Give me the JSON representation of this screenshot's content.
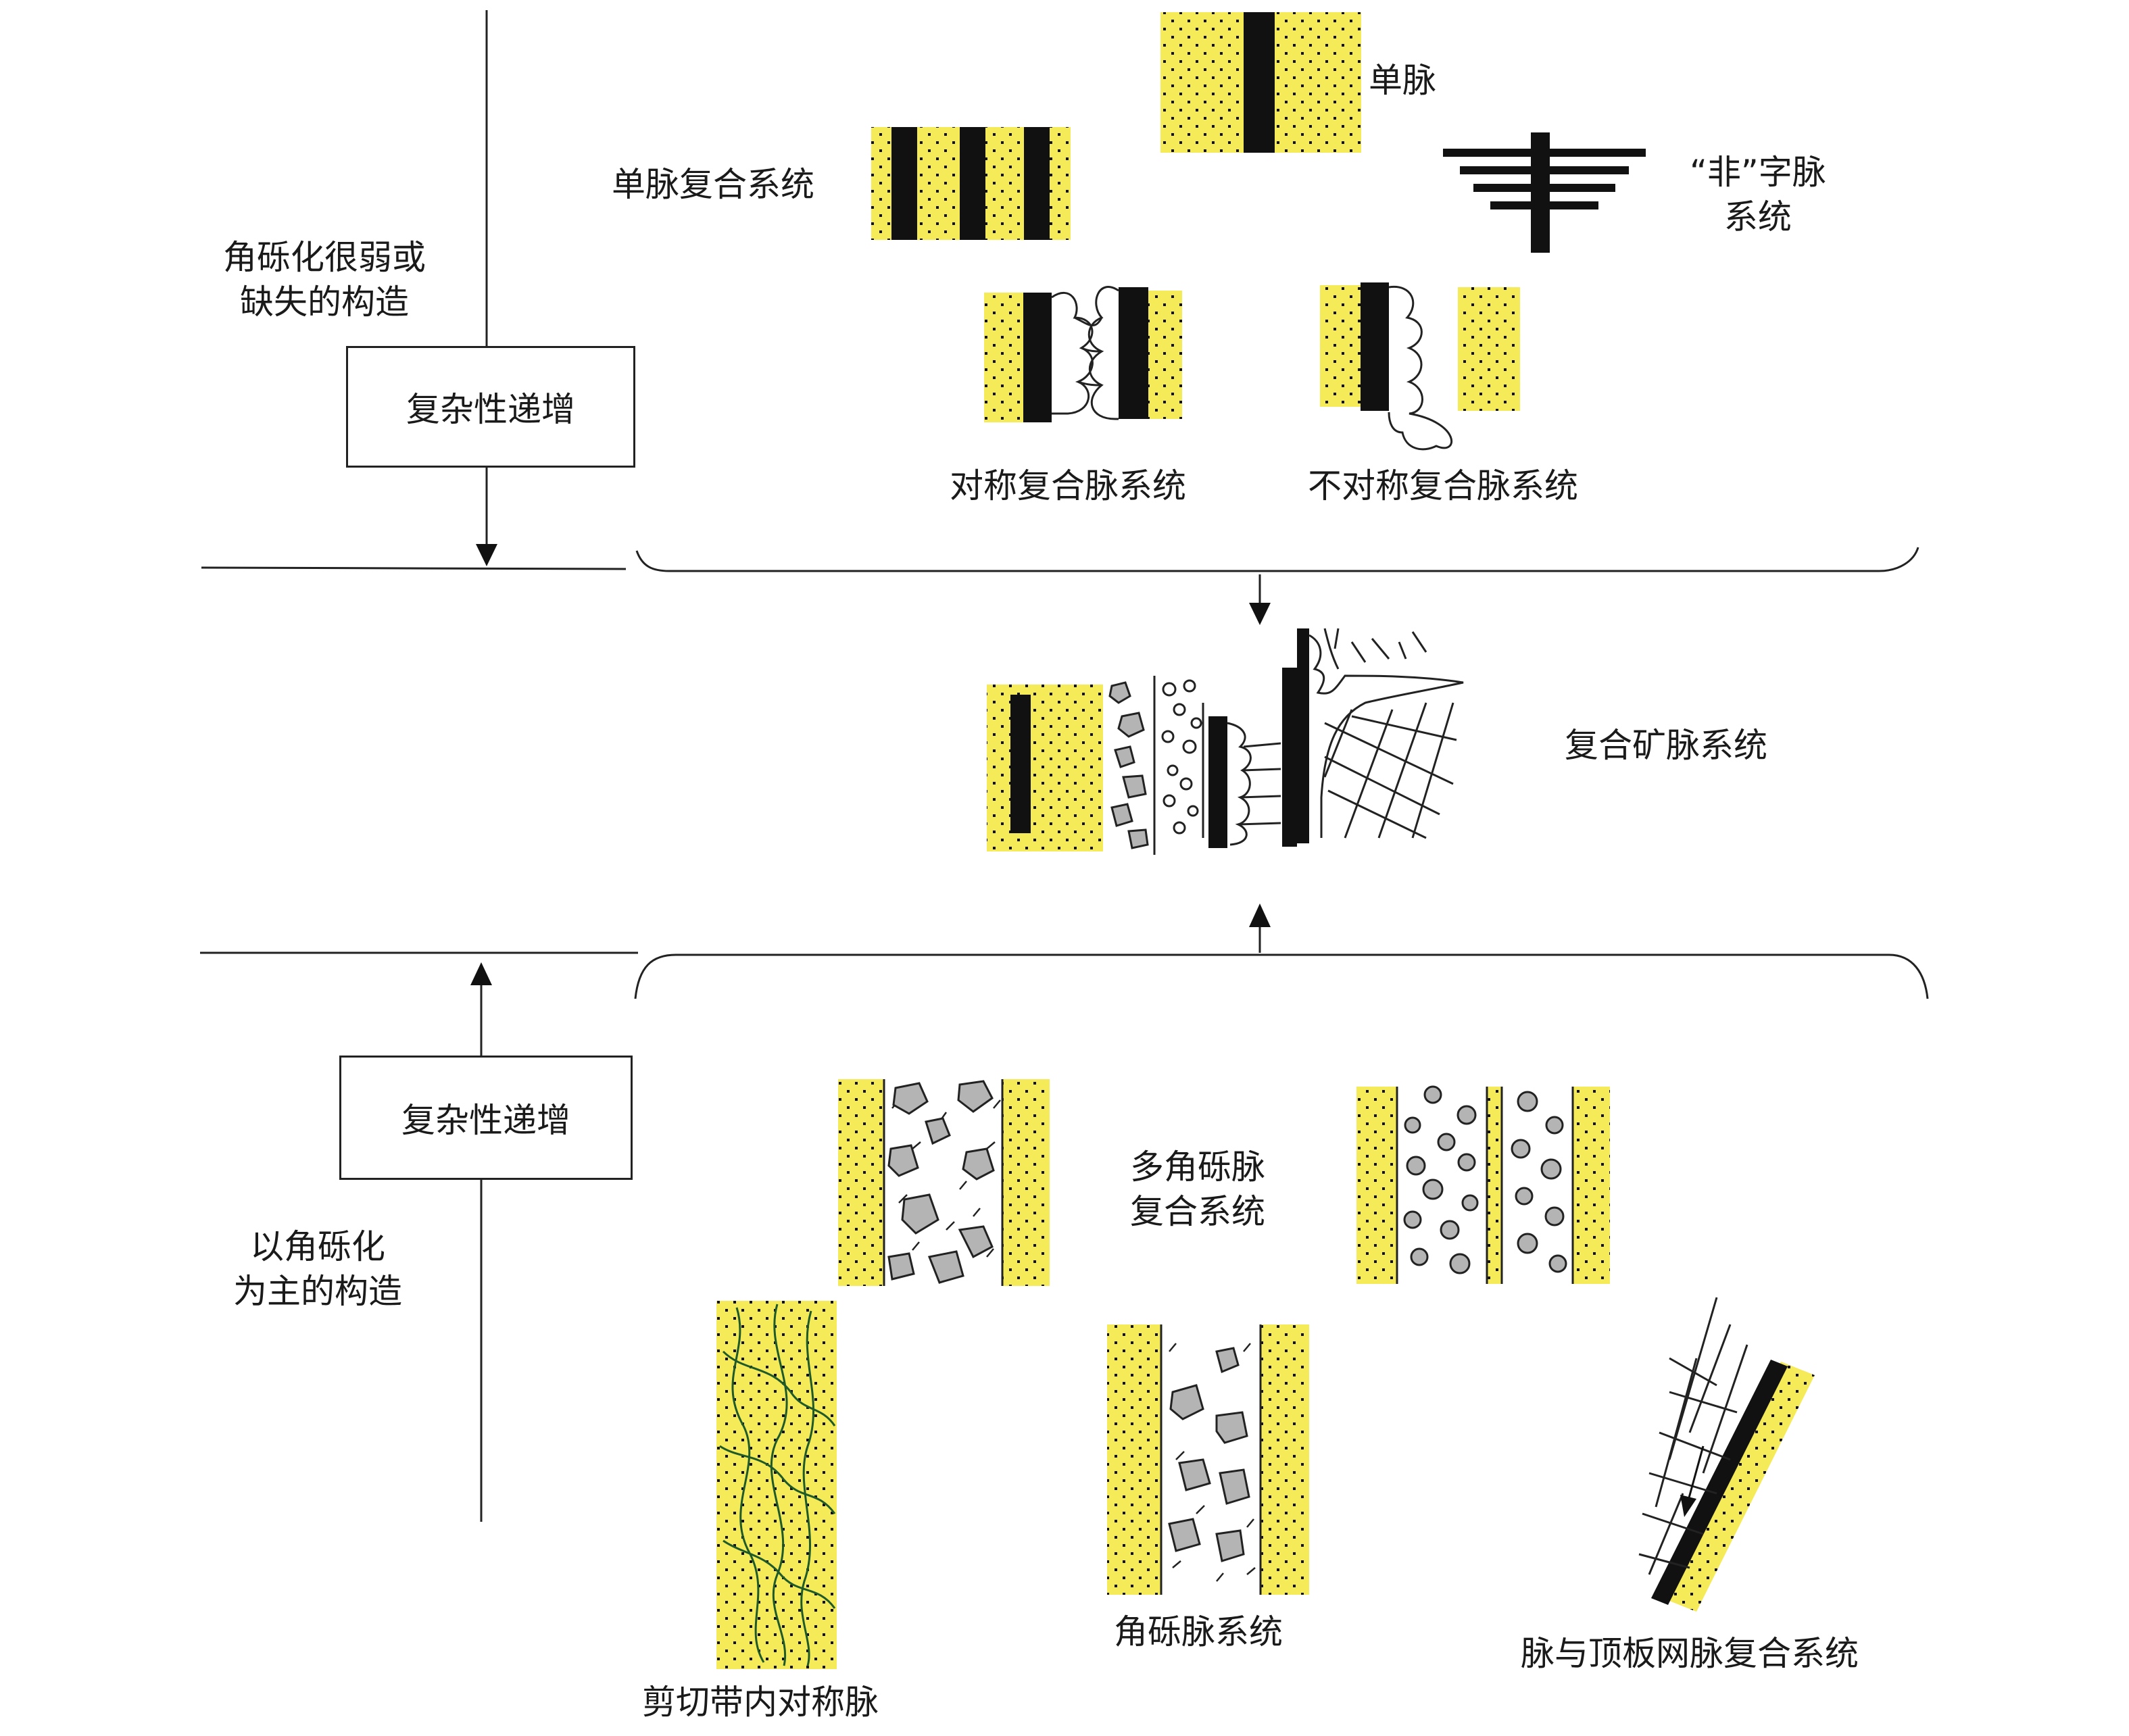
{
  "colors": {
    "wallrock_fill": "#f5ea57",
    "vein_black": "#111111",
    "breccia_clast": "#b4b4b4",
    "fracture_green": "#1f5a2a",
    "line": "#222222"
  },
  "top_section": {
    "side_label_lines": [
      "角砾化很弱或",
      "缺失的构造"
    ],
    "complexity_box": "复杂性递增",
    "items": {
      "single_vein": "单脉",
      "single_vein_composite": "单脉复合系统",
      "fei_vein_lines": [
        "“非”字脉",
        "系统"
      ],
      "symmetric_composite": "对称复合脉系统",
      "asymmetric_composite": "不对称复合脉系统"
    }
  },
  "center": {
    "composite_ore_vein": "复合矿脉系统"
  },
  "bottom_section": {
    "side_label_lines": [
      "以角砾化",
      "为主的构造"
    ],
    "complexity_box": "复杂性递增",
    "items": {
      "multi_breccia_lines": [
        "多角砾脉",
        "复合系统"
      ],
      "breccia_vein": "角砾脉系统",
      "shear_zone_symmetric": "剪切带内对称脉",
      "vein_roof_stockwork": "脉与顶板网脉复合系统"
    }
  }
}
